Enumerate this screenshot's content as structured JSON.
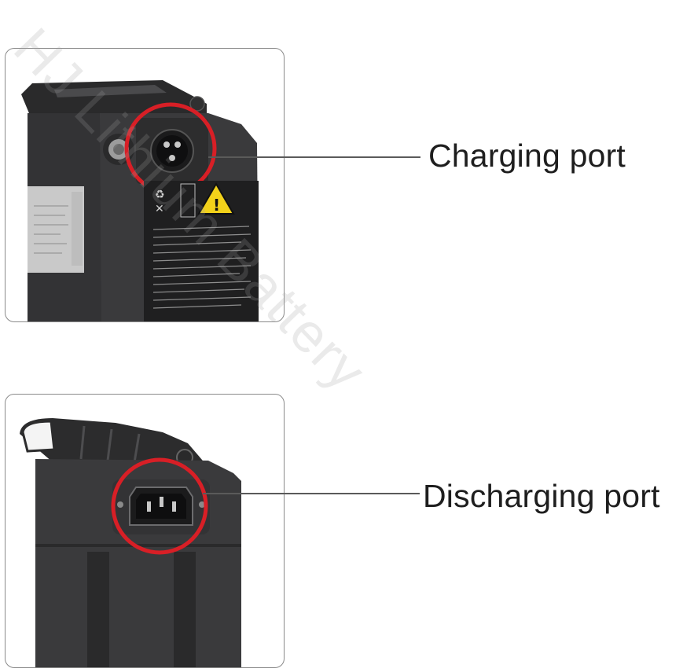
{
  "labels": {
    "charging": "Charging port",
    "discharging": "Discharging port"
  },
  "watermark": "HJ Lithium Battery",
  "colors": {
    "highlight_circle": "#d81f26",
    "battery_body": "#3a3a3c",
    "leader_line": "#5a5a5a",
    "label_text": "#1e1e1e"
  },
  "icons": [
    "charging-port-icon",
    "discharging-port-icon",
    "warning-triangle-icon",
    "recycle-icon"
  ]
}
